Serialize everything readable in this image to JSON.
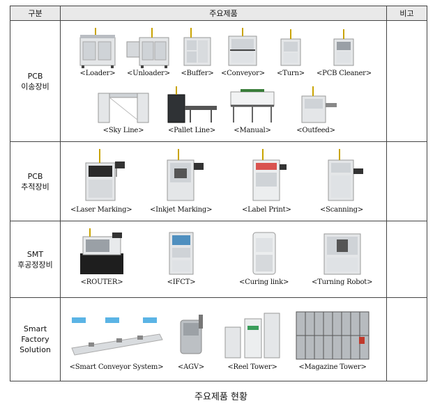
{
  "header": {
    "col1": "구분",
    "col2": "주요제품",
    "col3": "비고"
  },
  "rows": [
    {
      "category": [
        "PCB",
        "이송장비"
      ],
      "products": [
        {
          "label": "<Loader>",
          "icon": "loader-machine"
        },
        {
          "label": "<Unloader>",
          "icon": "unloader-machine"
        },
        {
          "label": "<Buffer>",
          "icon": "buffer-machine"
        },
        {
          "label": "<Conveyor>",
          "icon": "conveyor-machine"
        },
        {
          "label": "<Turn>",
          "icon": "turn-machine"
        },
        {
          "label": "<PCB Cleaner>",
          "icon": "pcb-cleaner-machine"
        },
        {
          "label": "<Sky Line>",
          "icon": "sky-line-machine"
        },
        {
          "label": "<Pallet Line>",
          "icon": "pallet-line-machine"
        },
        {
          "label": "<Manual>",
          "icon": "manual-machine"
        },
        {
          "label": "<Outfeed>",
          "icon": "outfeed-machine"
        }
      ]
    },
    {
      "category": [
        "PCB",
        "추적장비"
      ],
      "products": [
        {
          "label": "<Laser Marking>",
          "icon": "laser-marking-machine"
        },
        {
          "label": "<Inkjet Marking>",
          "icon": "inkjet-marking-machine"
        },
        {
          "label": "<Label Print>",
          "icon": "label-print-machine"
        },
        {
          "label": "<Scanning>",
          "icon": "scanning-machine"
        }
      ]
    },
    {
      "category": [
        "SMT",
        "후공정장비"
      ],
      "products": [
        {
          "label": "<ROUTER>",
          "icon": "router-machine"
        },
        {
          "label": "<IFCT>",
          "icon": "ifct-machine"
        },
        {
          "label": "<Curing link>",
          "icon": "curing-link-machine"
        },
        {
          "label": "<Turning Robot>",
          "icon": "turning-robot-machine"
        }
      ]
    },
    {
      "category": [
        "Smart",
        "Factory",
        "Solution"
      ],
      "products": [
        {
          "label": "<Smart Conveyor System>",
          "icon": "smart-conveyor-system"
        },
        {
          "label": "<AGV>",
          "icon": "agv-vehicle"
        },
        {
          "label": "<Reel Tower>",
          "icon": "reel-tower"
        },
        {
          "label": "<Magazine Tower>",
          "icon": "magazine-tower"
        }
      ]
    }
  ],
  "caption": "주요제품 현황",
  "colors": {
    "border": "#444444",
    "header_bg": "#e9e9e9",
    "machine_body": "#e4e6e8",
    "machine_shade": "#b9bdc2",
    "dark": "#2a2a2a"
  }
}
